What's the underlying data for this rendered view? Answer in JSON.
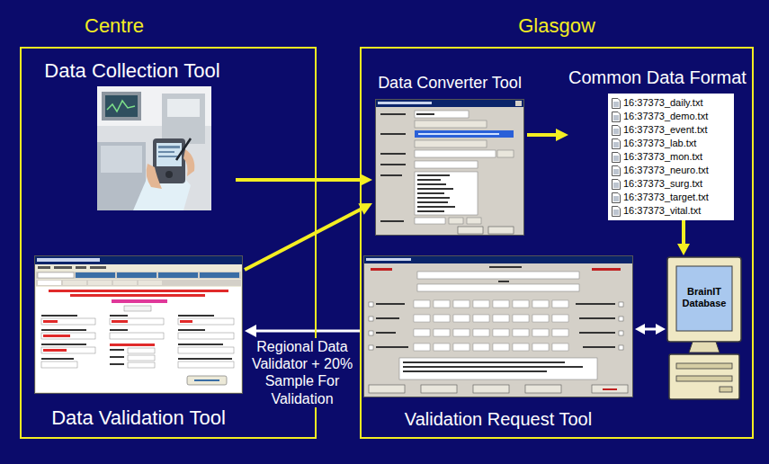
{
  "diagram": {
    "nodes": [
      {
        "text": [
          "Centre"
        ]
      },
      {
        "text": [
          "Data Collection Tool"
        ],
        "in": 0
      },
      {
        "text": [
          "Data Validation Tool"
        ],
        "in": 0
      },
      {
        "text": [
          "Glasgow"
        ]
      },
      {
        "text": [
          "Data Converter Tool"
        ],
        "in": 3
      },
      {
        "text": [
          "Common Data Format",
          "16:37373_daily.txt",
          "16:37373_demo.txt",
          "16:37373_event.txt",
          "16:37373_lab.txt",
          "16:37373_mon.txt",
          "16:37373_neuro.txt",
          "16:37373_surg.txt",
          "16:37373_target.txt",
          "16:37373_vital.txt"
        ],
        "in": 3
      },
      {
        "text": [
          "Validation Request Tool"
        ],
        "in": 3
      },
      {
        "text": [
          "BrainIT Database"
        ],
        "in": 3
      }
    ],
    "edges": [
      {
        "from": 1,
        "to": 4,
        "arrow": "to"
      },
      {
        "from": 2,
        "to": 4,
        "arrow": "to"
      },
      {
        "from": 4,
        "to": 5,
        "arrow": "to"
      },
      {
        "from": 5,
        "to": 7,
        "arrow": "to"
      },
      {
        "from": 6,
        "to": 7,
        "arrow": "both"
      },
      {
        "from": 6,
        "to": 2,
        "arrow": "to",
        "label": "Regional Data Validator + 20% Sample For Validation"
      }
    ]
  }
}
